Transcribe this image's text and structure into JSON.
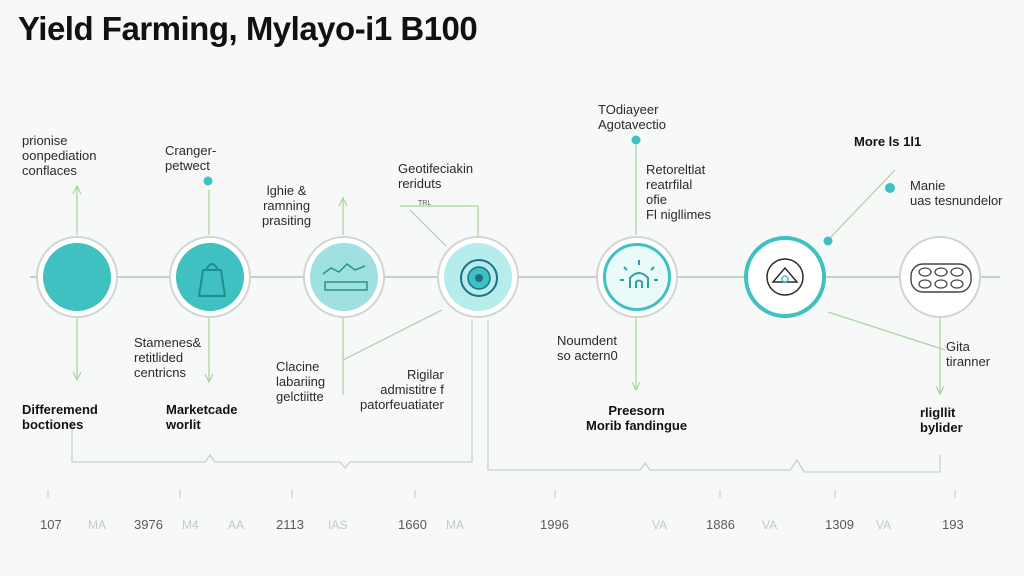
{
  "title": "Yield Farming, Mylayo-i1 B100",
  "colors": {
    "teal": "#3fc0c1",
    "teal_light": "#bfe9ea",
    "line": "#c9cfcd",
    "green_line": "#a9d1a2"
  },
  "nodes": [
    {
      "name": "node-1",
      "icon": "blank-disc"
    },
    {
      "name": "node-2",
      "icon": "bag-icon"
    },
    {
      "name": "node-3",
      "icon": "chart-card-icon"
    },
    {
      "name": "node-4",
      "icon": "target-icon"
    },
    {
      "name": "node-5",
      "icon": "radiating-arc-icon"
    },
    {
      "name": "node-6",
      "icon": "house-icon"
    },
    {
      "name": "node-7",
      "icon": "chain-icon"
    }
  ],
  "labels": {
    "n1_top": [
      "prionise",
      "oonpediation",
      "conflaces"
    ],
    "n1_bottom": [
      "Differemend",
      "boctiones"
    ],
    "n2_top": [
      "Cranger-",
      "petwect"
    ],
    "n2_mid": [
      "Stamenes&",
      "retitlided",
      "centricns"
    ],
    "n2_bottom": [
      "Marketcade",
      "worlit"
    ],
    "n3_top": [
      "lghie &",
      "ramning",
      "prasiting"
    ],
    "n3_mid": [
      "Clacine",
      "labariing",
      "gelctiitte"
    ],
    "n4_top": [
      "Geotifeciakin",
      "reriduts"
    ],
    "n4_small": "TRL",
    "n4_mid": [
      "Rigilar",
      "admistitre f",
      "patorfeuatiater"
    ],
    "n5_top": [
      "TOdiayeer",
      "Agotavectio"
    ],
    "n5_side": [
      "Retoreltlat",
      "reatrfilal",
      "ofie",
      "Fl nigllimes"
    ],
    "n5_mid": [
      "Noumdent",
      "so actern0"
    ],
    "n5_bottom": [
      "Preesorn",
      "Morib fandingue"
    ],
    "n6_top": "More ls 1l1",
    "n6_side": [
      "Manie",
      "uas tesnundelor"
    ],
    "n7_mid": [
      "Gita",
      "tiranner"
    ],
    "n7_bottom": [
      "rligllit",
      "bylider"
    ]
  },
  "years": [
    "107",
    "3976",
    "2113",
    "1660",
    "1996",
    "1886",
    "1309",
    "193"
  ],
  "faint_labels": [
    "MA",
    "M4",
    "AA",
    "IAS",
    "MA",
    "VA",
    "VA",
    "VA"
  ]
}
